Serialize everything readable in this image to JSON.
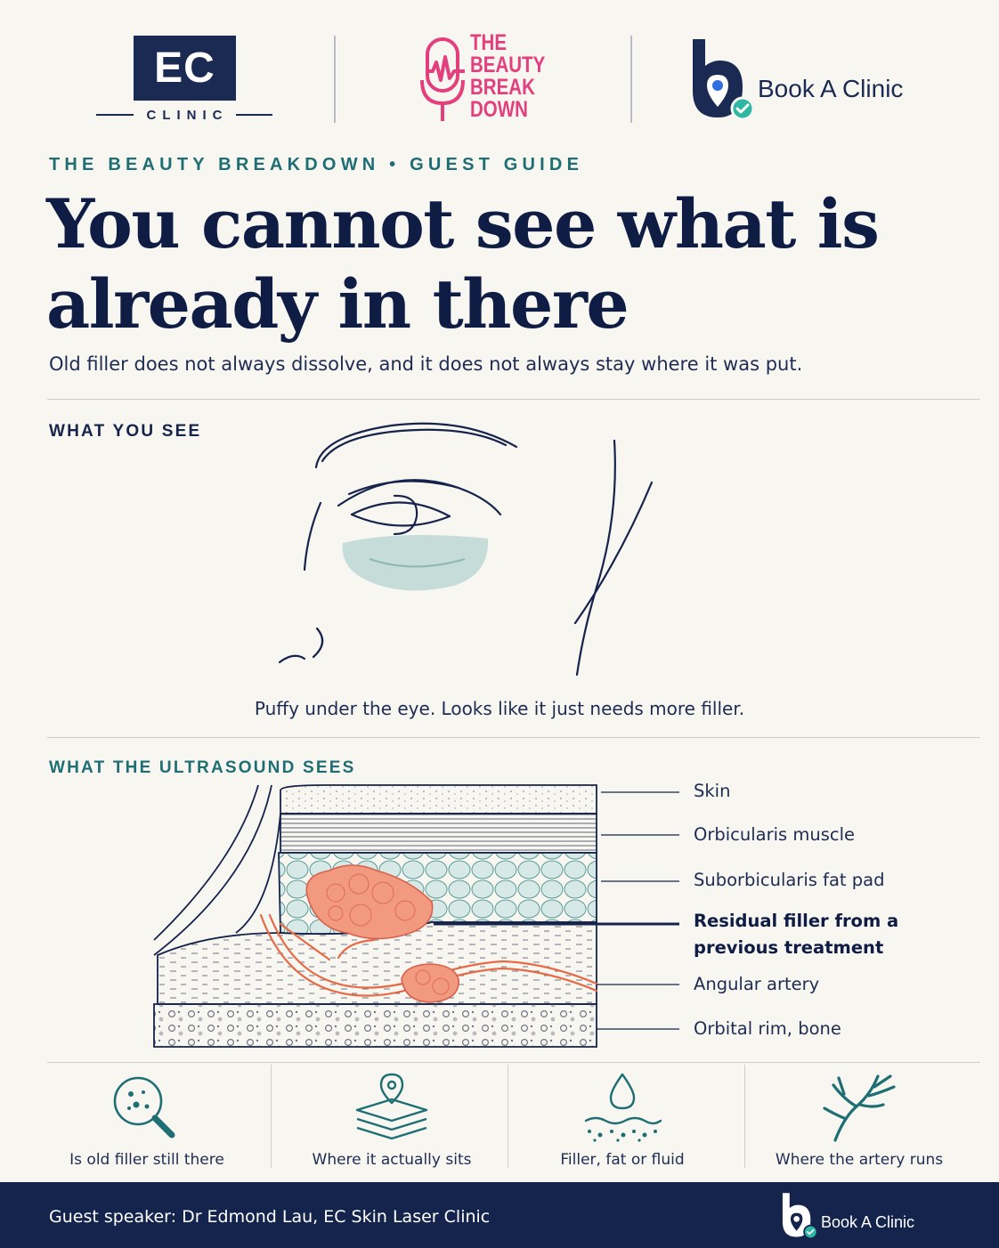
{
  "header": {
    "ec_logo_text": "EC",
    "ec_logo_sub": "CLINIC",
    "podcast_logo_lines": [
      "THE",
      "BEAUTY",
      "BREAK",
      "DOWN"
    ],
    "bookaclinic_logo_text": "Book A Clinic"
  },
  "kicker": "THE BEAUTY BREAKDOWN • GUEST GUIDE",
  "headline": {
    "line1": "You cannot see what is",
    "line2": "already in there"
  },
  "subline": "Old filler does not always dissolve, and it does not always stay where it was put.",
  "section_see": {
    "label": "WHAT YOU SEE",
    "caption": "Puffy under the eye. Looks like it just needs more filler."
  },
  "section_ultrasound": {
    "label": "WHAT THE ULTRASOUND SEES",
    "layers": [
      {
        "name": "Skin"
      },
      {
        "name": "Orbicularis muscle"
      },
      {
        "name": "Suborbicularis fat pad"
      },
      {
        "name": "Residual filler from a",
        "name2": "previous treatment",
        "emphasis": true
      },
      {
        "name": "Angular artery"
      },
      {
        "name": "Orbital rim, bone"
      }
    ]
  },
  "checks": [
    {
      "label": "Is old filler still there",
      "icon": "magnifier-icon"
    },
    {
      "label": "Where it actually sits",
      "icon": "layers-pin-icon"
    },
    {
      "label": "Filler, fat or fluid",
      "icon": "droplet-icon"
    },
    {
      "label": "Where the artery runs",
      "icon": "artery-icon"
    }
  ],
  "footer": {
    "guest": "Guest speaker: Dr Edmond Lau, EC Skin Laser Clinic",
    "brand": "Book A Clinic"
  },
  "colors": {
    "navy": "#14244c",
    "teal": "#1e6e73",
    "pink": "#e43f7d",
    "filler": "#f08c70",
    "fat": "#cfe3df"
  }
}
